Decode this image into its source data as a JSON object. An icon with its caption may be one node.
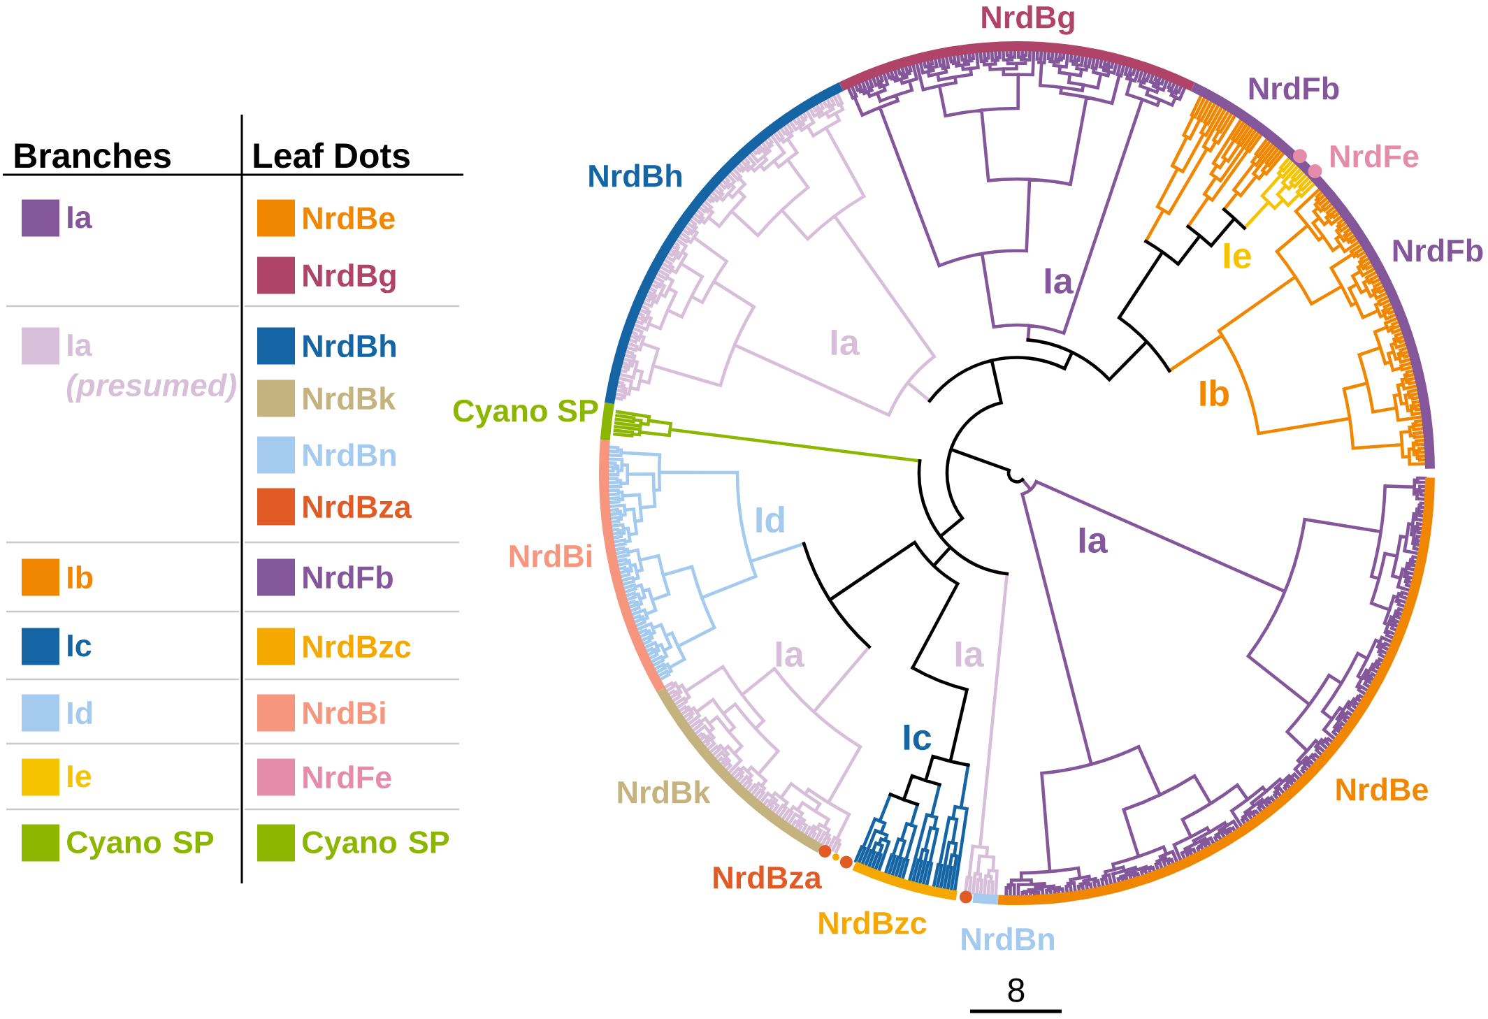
{
  "diagram": {
    "labels": [
      "Branches",
      "Leaf Dots",
      "NrdBg",
      "NrdFb",
      "NrdFe",
      "NrdBh",
      "NrdFb",
      "Ie",
      "Ia",
      "Ia",
      "Ib",
      "Cyano SP",
      "Id",
      "Ia",
      "NrdBi",
      "Ia",
      "Ia",
      "Ic",
      "NrdBe",
      "NrdBk",
      "NrdBza",
      "NrdBzc",
      "NrdBn",
      "8"
    ],
    "legend": [
      {
        "text": "Ia",
        "color": "#84569a"
      },
      {
        "text": "Ia *(presumed)*",
        "color": "#d7bfd9"
      },
      {
        "text": "Ib",
        "color": "#f18700"
      },
      {
        "text": "Ic",
        "color": "#1565a5"
      },
      {
        "text": "Id",
        "color": "#a4cbef"
      },
      {
        "text": "Ie",
        "color": "#f5c300"
      },
      {
        "text": "Cyano SP",
        "color": "#8db600"
      },
      {
        "text": "NrdBe",
        "color": "#f18700"
      },
      {
        "text": "NrdBg",
        "color": "#b04468"
      },
      {
        "text": "NrdBh",
        "color": "#1565a5"
      },
      {
        "text": "NrdBk",
        "color": "#c4b27f"
      },
      {
        "text": "NrdBn",
        "color": "#a4cbef"
      },
      {
        "text": "NrdBza",
        "color": "#e05b26"
      },
      {
        "text": "NrdFb",
        "color": "#84569a"
      },
      {
        "text": "NrdBzc",
        "color": "#f5a800"
      },
      {
        "text": "NrdBi",
        "color": "#f6967e"
      },
      {
        "text": "NrdFe",
        "color": "#e48caa"
      },
      {
        "text": "Cyano SP",
        "color": "#8db600"
      }
    ]
  }
}
